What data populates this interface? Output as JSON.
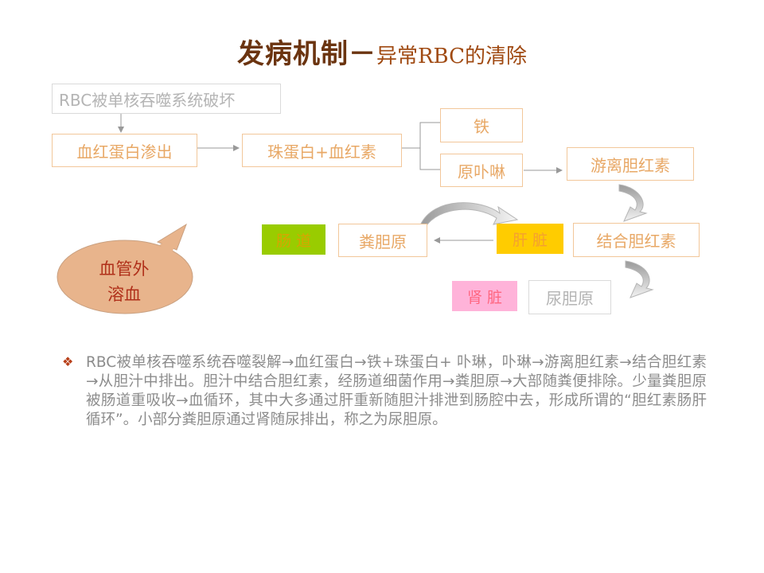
{
  "title": {
    "main": "发病机制－",
    "sub": "异常RBC的清除"
  },
  "flow": {
    "rbc_destroyed": "RBC被单核吞噬系统破坏",
    "hemoglobin_leak": "血红蛋白渗出",
    "globin_heme": "珠蛋白+血红素",
    "iron": "铁",
    "protoporphyrin": "原卟啉",
    "free_bilirubin": "游离胆红素",
    "conjugated_bilirubin": "结合胆红素",
    "stercobilinogen": "粪胆原",
    "urobilinogen": "尿胆原",
    "intestine": "肠 道",
    "liver": "肝 脏",
    "kidney": "肾 脏"
  },
  "callout": {
    "line1": "血管外",
    "line2": "溶血"
  },
  "paragraph": {
    "bullet": "❖",
    "text": "RBC被单核吞噬系统吞噬裂解→血红蛋白→铁+珠蛋白+ 卟琳，卟琳→游离胆红素→结合胆红素→从胆汁中排出。胆汁中结合胆红素，经肠道细菌作用→粪胆原→大部随粪便排除。少量粪胆原被肠道重吸收→血循环，其中大多通过肝重新随胆汁排泄到肠腔中去，形成所谓的“胆红素肠肝循环”。小部分粪胆原通过肾随尿排出，称之为尿胆原。"
  },
  "colors": {
    "title_main": "#6b3410",
    "title_sub": "#a04a12",
    "box_text": "#e8a866",
    "intestine_bg": "#99cc00",
    "liver_bg": "#ffcc00",
    "kidney_bg": "#ffb3d9",
    "bubble_fill": "#e8b48c",
    "bullet": "#b8401a"
  }
}
